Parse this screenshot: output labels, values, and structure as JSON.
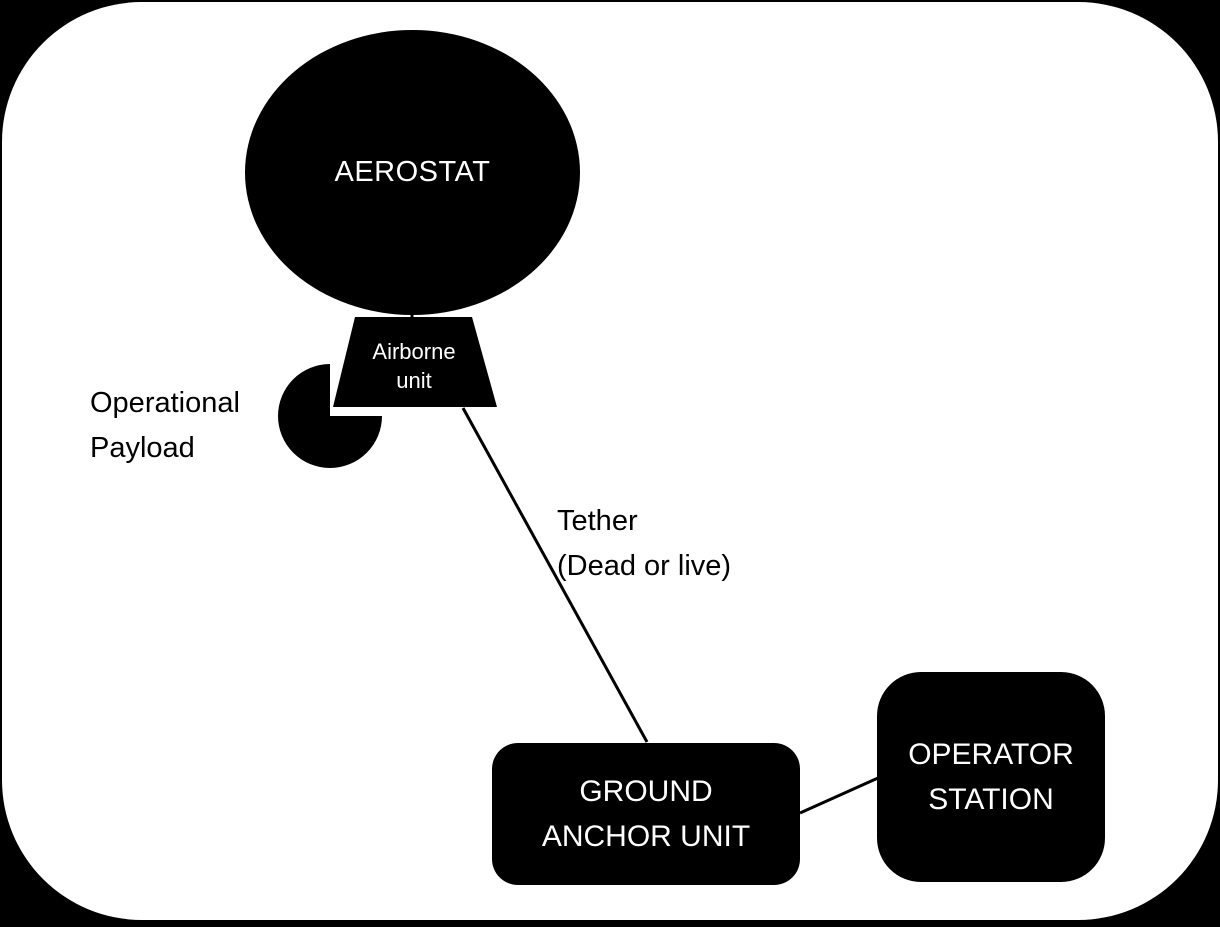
{
  "diagram": {
    "aerostat": {
      "label": "AEROSTAT"
    },
    "airborne_unit": {
      "line1": "Airborne",
      "line2": "unit"
    },
    "operational_payload": {
      "line1": "Operational",
      "line2": "Payload"
    },
    "tether": {
      "line1": "Tether",
      "line2": "(Dead or live)"
    },
    "ground_anchor_unit": {
      "line1": "GROUND",
      "line2": "ANCHOR UNIT"
    },
    "operator_station": {
      "line1": "OPERATOR",
      "line2": "STATION"
    },
    "colors": {
      "frame_background": "#000000",
      "canvas_background": "#ffffff",
      "shape_fill": "#000000",
      "line_color": "#000000",
      "text_on_shape": "#ffffff",
      "text_on_canvas": "#000000"
    }
  }
}
